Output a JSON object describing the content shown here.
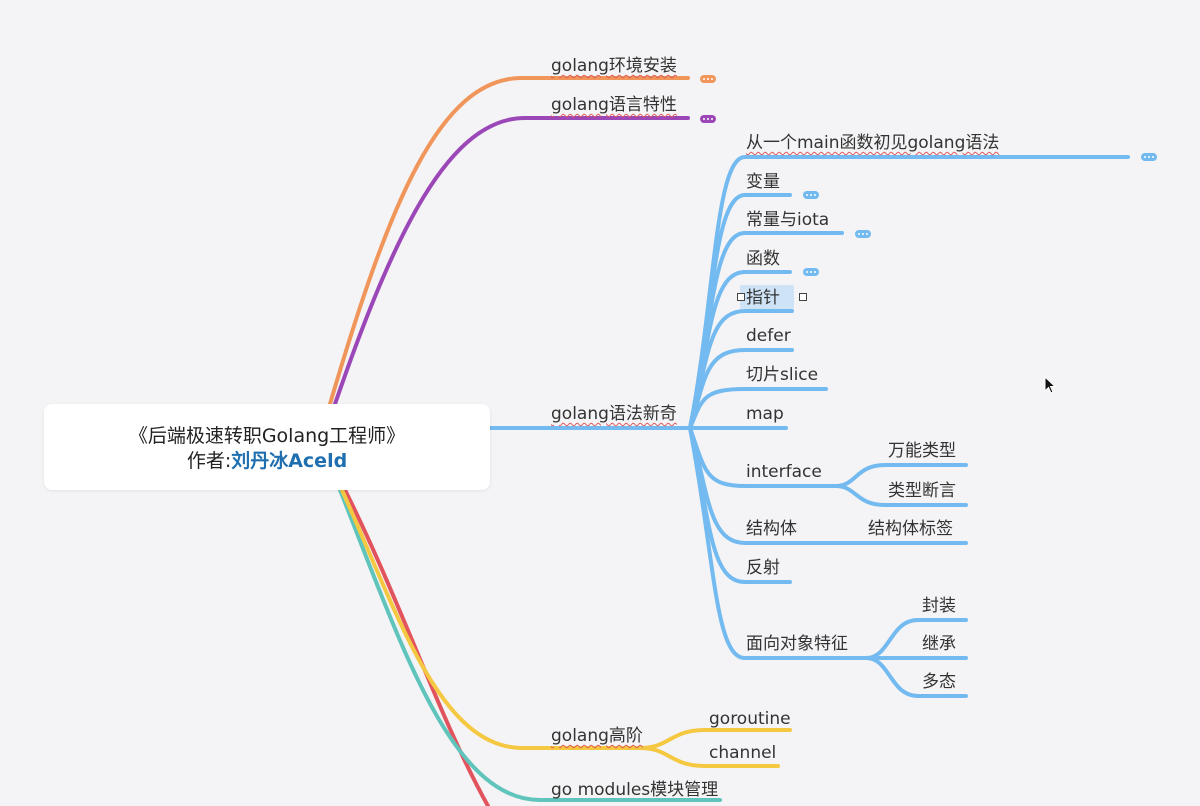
{
  "root": {
    "title": "《后端极速转职Golang工程师》",
    "author_prefix": "作者:",
    "author_name": "刘丹冰Aceld"
  },
  "branches": {
    "install": "golang环境安装",
    "features": "golang语言特性",
    "syntax": "golang语法新奇",
    "advanced": "golang高阶",
    "modules": "go modules模块管理"
  },
  "syntax_children": {
    "main_intro": "从一个main函数初见golang语法",
    "variables": "变量",
    "constants": "常量与iota",
    "functions": "函数",
    "pointers": "指针",
    "defer": "defer",
    "slice": "切片slice",
    "map": "map",
    "interface": "interface",
    "struct": "结构体",
    "reflection": "反射",
    "oop": "面向对象特征"
  },
  "interface_children": {
    "empty_interface": "万能类型",
    "type_assertion": "类型断言"
  },
  "struct_children": {
    "struct_tag": "结构体标签"
  },
  "oop_children": {
    "encapsulation": "封装",
    "inheritance": "继承",
    "polymorphism": "多态"
  },
  "advanced_children": {
    "goroutine": "goroutine",
    "channel": "channel"
  },
  "colors": {
    "orange": "#f0965a",
    "purple": "#9b47b8",
    "blue": "#72baf0",
    "yellow": "#f5c842",
    "teal": "#5fc4bc",
    "red": "#e2545d",
    "author": "#1f6fb0"
  }
}
